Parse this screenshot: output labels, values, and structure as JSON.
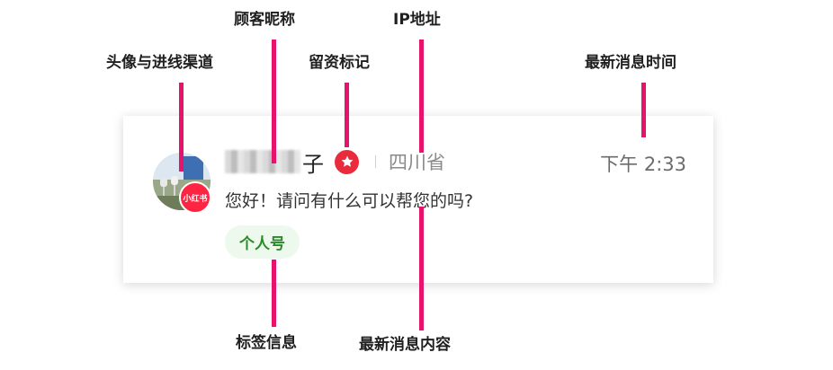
{
  "annotations": {
    "avatar_channel": "头像与进线渠道",
    "nickname": "顾客昵称",
    "lead_mark": "留资标记",
    "ip_address": "IP地址",
    "latest_time": "最新消息时间",
    "tag_info": "标签信息",
    "latest_content": "最新消息内容"
  },
  "chat_item": {
    "nickname_visible": "子",
    "channel_badge": "小红书",
    "location": "四川省",
    "time": "下午 2:33",
    "message": "您好！请问有什么可以帮您的吗?",
    "tag": "个人号"
  },
  "colors": {
    "leader": "#e6126c",
    "channel_badge": "#ff2442",
    "star_badge": "#ea2b3c",
    "tag_bg": "#eef9ee",
    "tag_text": "#2a8a2a"
  },
  "icons": {
    "lead_mark": "star-icon",
    "avatar": "avatar-image"
  }
}
